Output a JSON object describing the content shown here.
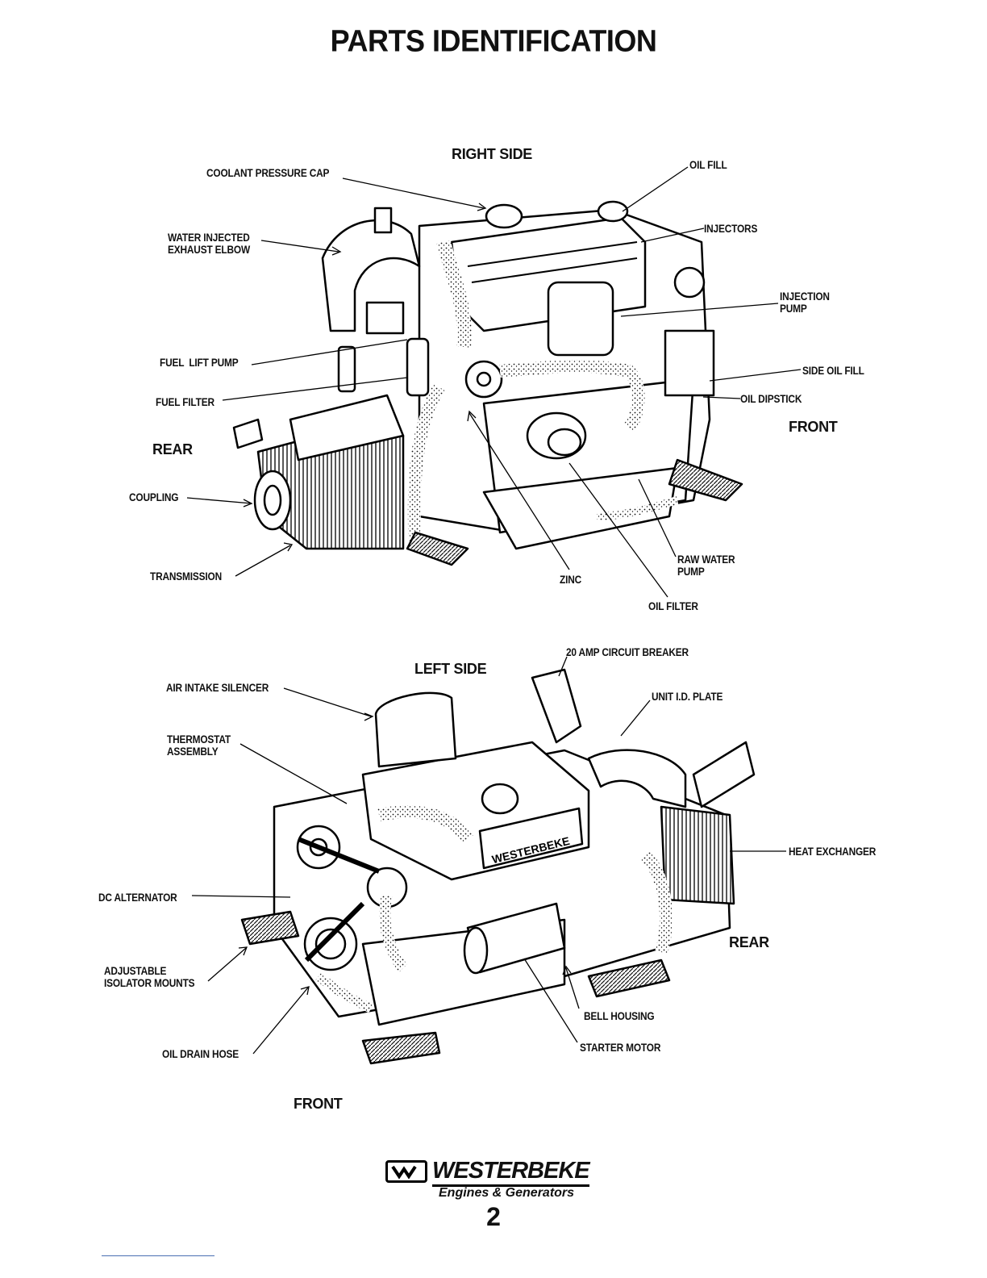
{
  "page": {
    "title": "PARTS IDENTIFICATION",
    "page_number": "2"
  },
  "right_side": {
    "heading": "RIGHT SIDE",
    "labels": {
      "coolant_pressure_cap": "COOLANT PRESSURE CAP",
      "oil_fill": "OIL FILL",
      "water_injected_exhaust_elbow": "WATER INJECTED\nEXHAUST ELBOW",
      "injectors": "INJECTORS",
      "injection_pump": "INJECTION\nPUMP",
      "fuel_lift_pump": "FUEL  LIFT PUMP",
      "side_oil_fill": "SIDE OIL FILL",
      "fuel_filter": "FUEL FILTER",
      "oil_dipstick": "OIL DIPSTICK",
      "front": "FRONT",
      "rear": "REAR",
      "coupling": "COUPLING",
      "transmission": "TRANSMISSION",
      "zinc": "ZINC",
      "raw_water_pump": "RAW WATER\nPUMP",
      "oil_filter": "OIL FILTER"
    }
  },
  "left_side": {
    "heading": "LEFT SIDE",
    "labels": {
      "circuit_breaker": "20 AMP CIRCUIT BREAKER",
      "air_intake_silencer": "AIR INTAKE SILENCER",
      "unit_id_plate": "UNIT I.D. PLATE",
      "thermostat_assembly": "THERMOSTAT\nASSEMBLY",
      "heat_exchanger": "HEAT EXCHANGER",
      "dc_alternator": "DC ALTERNATOR",
      "rear": "REAR",
      "adjustable_isolator_mounts": "ADJUSTABLE\nISOLATOR MOUNTS",
      "bell_housing": "BELL HOUSING",
      "starter_motor": "STARTER MOTOR",
      "oil_drain_hose": "OIL DRAIN HOSE",
      "front": "FRONT"
    },
    "engine_plate_text": "WESTERBEKE"
  },
  "logo": {
    "name": "WESTERBEKE",
    "tagline": "Engines & Generators"
  }
}
